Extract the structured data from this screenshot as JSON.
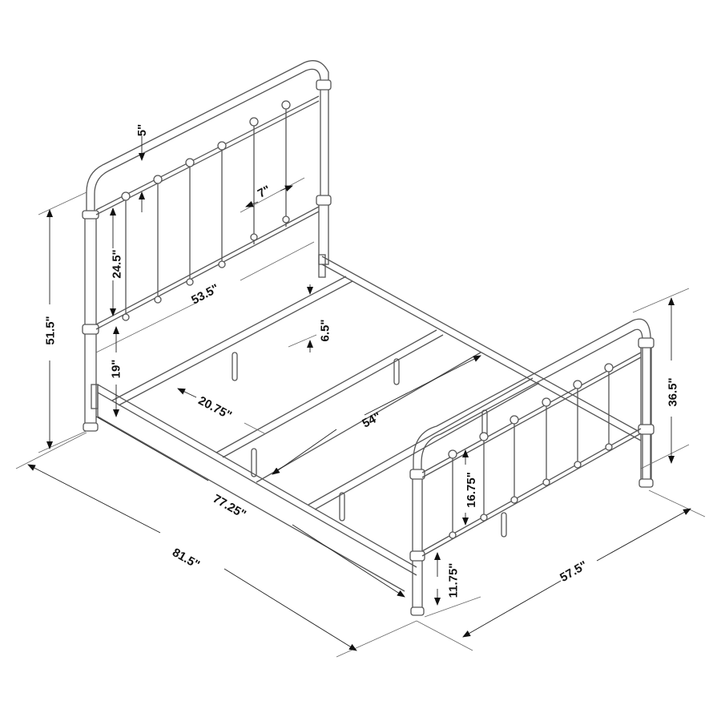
{
  "diagram": {
    "subject": "Metal spindle bed frame with headboard, footboard, side rails and center supports",
    "dimensions": {
      "headboard_height": "51.5\"",
      "headboard_top_gap": "5\"",
      "spindle_spacing": "7\"",
      "headboard_spindle_height": "24.5\"",
      "headboard_inner_width": "53.5\"",
      "headboard_lower_clearance": "19\"",
      "rail_depth": "6.5\"",
      "slat_span": "20.75\"",
      "inner_width": "54\"",
      "inner_length": "77.25\"",
      "overall_length": "81.5\"",
      "footboard_spindle_height": "16.75\"",
      "footboard_lower_clearance": "11.75\"",
      "footboard_height": "36.5\"",
      "overall_width": "57.5\""
    }
  }
}
